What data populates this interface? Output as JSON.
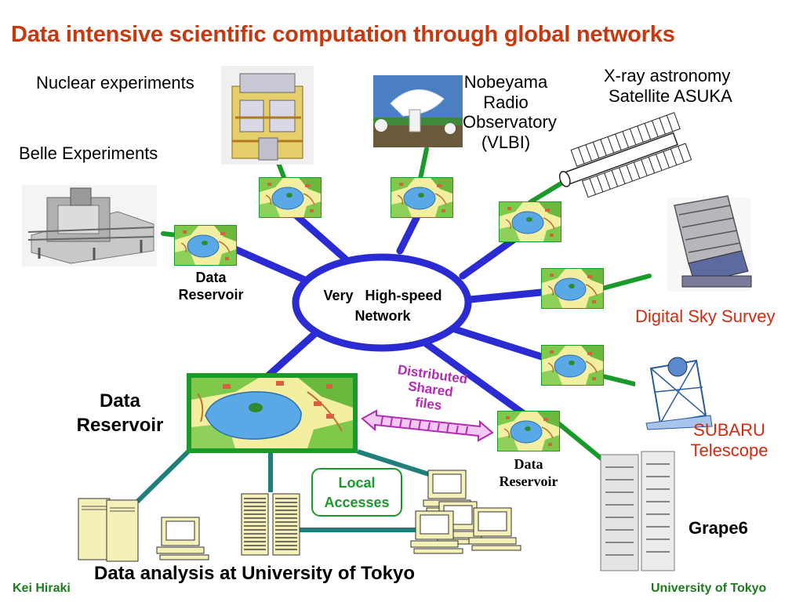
{
  "title": "Data intensive scientific computation through global networks",
  "network": {
    "line1": "Very   High-speed",
    "line2": "Network"
  },
  "labels": {
    "nuclear": "Nuclear experiments",
    "belle": "Belle Experiments",
    "nobeyama": [
      "Nobeyama",
      "Radio",
      "Observatory",
      "(VLBI)"
    ],
    "xray": [
      "X-ray astronomy",
      "Satellite ASUKA"
    ],
    "dss": "Digital Sky Survey",
    "subaru": [
      "SUBARU",
      "Telescope"
    ],
    "grape": "Grape6"
  },
  "reservoir_small_left": [
    "Data",
    "Reservoir"
  ],
  "reservoir_large": [
    "Data",
    "Reservoir"
  ],
  "reservoir_small_right": [
    "Data",
    "Reservoir"
  ],
  "distributed": [
    "Distributed",
    "Shared",
    "files"
  ],
  "local": [
    "Local",
    "Accesses"
  ],
  "analysis": "Data analysis at University of Tokyo",
  "footer": {
    "left": "Kei Hiraki",
    "right": "University of Tokyo"
  },
  "colors": {
    "title": "#c8380e",
    "network_blue": "#2b2bd4",
    "link_green": "#1a9a2a",
    "campus_teal": "#1f7f7a",
    "label_red": "#d42a10",
    "distributed_purple": "#b32bb3",
    "footer_green": "#1f7a1f"
  }
}
